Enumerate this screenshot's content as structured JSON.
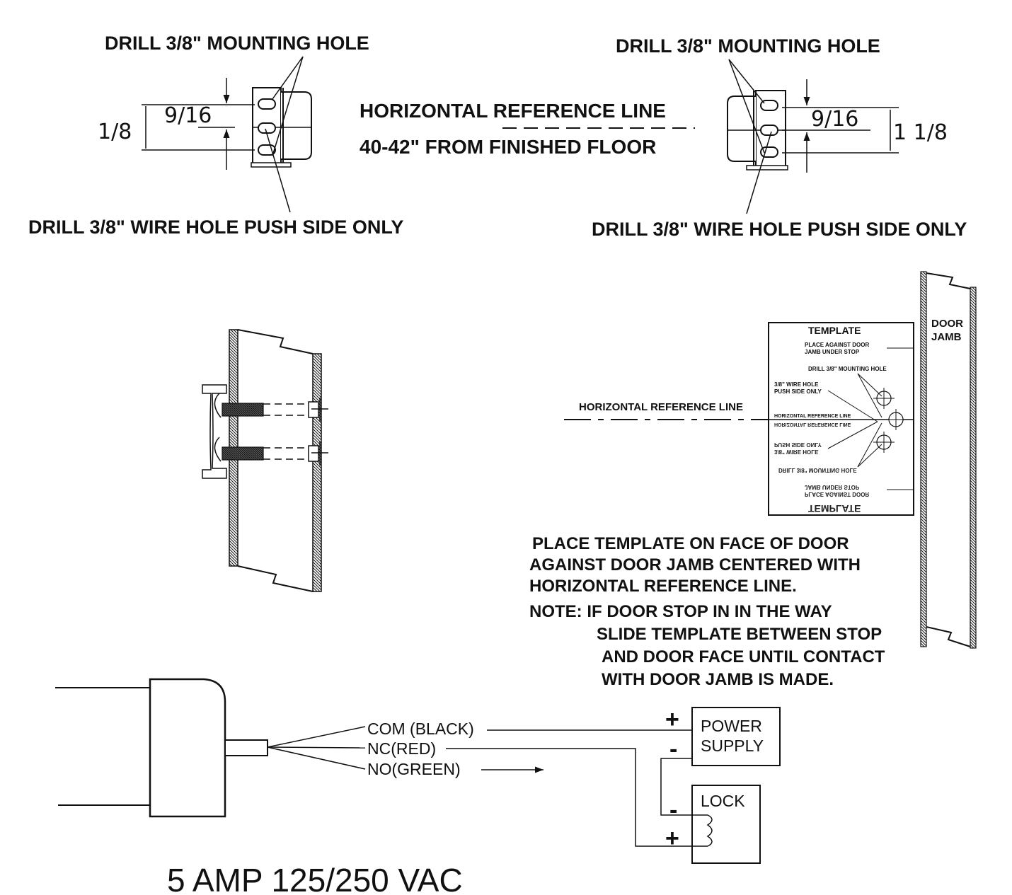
{
  "top_left": {
    "mounting_hole": "DRILL 3/8\" MOUNTING HOLE",
    "wire_hole": "DRILL 3/8\" WIRE HOLE PUSH SIDE ONLY",
    "dim_a": "1/8",
    "dim_b": "9/16"
  },
  "top_right": {
    "mounting_hole": "DRILL 3/8\" MOUNTING HOLE",
    "wire_hole": "DRILL 3/8\" WIRE HOLE PUSH SIDE ONLY",
    "dim_a": "9/16",
    "dim_b": "1 1/8"
  },
  "reference": {
    "line1": "HORIZONTAL REFERENCE LINE",
    "line2": "40-42\" FROM FINISHED FLOOR"
  },
  "template": {
    "title": "TEMPLATE",
    "place_against_line1": "PLACE AGAINST DOOR",
    "place_against_line2": "JAMB UNDER STOP",
    "drill_mounting": "DRILL 3/8\" MOUNTING HOLE",
    "wire_hole_line1": "3/8\" WIRE HOLE",
    "wire_hole_line2": "PUSH SIDE ONLY",
    "ref_line": "HORIZONTAL REFERENCE LINE",
    "side_ref_label": "HORIZONTAL REFERENCE LINE"
  },
  "door_jamb": {
    "line1": "DOOR",
    "line2": "JAMB"
  },
  "instructions": {
    "line1": "PLACE TEMPLATE ON FACE OF DOOR",
    "line2": "AGAINST DOOR JAMB CENTERED WITH",
    "line3": "HORIZONTAL REFERENCE LINE.",
    "note1": "NOTE:  IF DOOR STOP IN IN THE WAY",
    "note2": "SLIDE TEMPLATE BETWEEN STOP",
    "note3": "AND DOOR FACE UNTIL CONTACT",
    "note4": "WITH DOOR JAMB IS MADE."
  },
  "wiring": {
    "com": "COM (BLACK)",
    "nc": "NC(RED)",
    "no": "NO(GREEN)",
    "power_supply_line1": "POWER",
    "power_supply_line2": "SUPPLY",
    "lock": "LOCK",
    "plus": "+",
    "minus": "-",
    "rating": "5 AMP 125/250 VAC"
  }
}
